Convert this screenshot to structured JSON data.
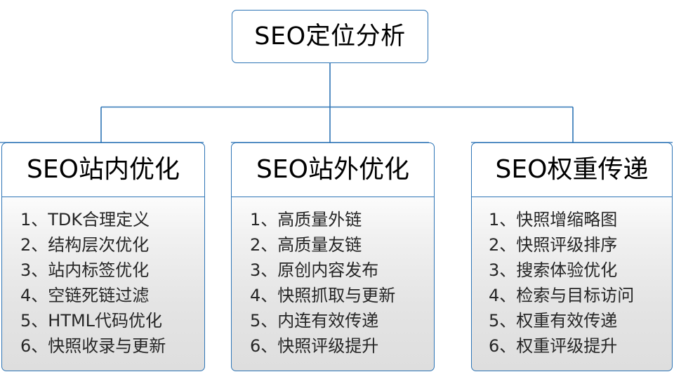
{
  "diagram": {
    "type": "org-chart",
    "root": {
      "title": "SEO定位分析"
    },
    "branches": [
      {
        "title": "SEO站内优化",
        "items": [
          "1、TDK合理定义",
          "2、结构层次优化",
          "3、站内标签优化",
          "4、空链死链过滤",
          "5、HTML代码优化",
          "6、快照收录与更新"
        ]
      },
      {
        "title": "SEO站外优化",
        "items": [
          "1、高质量外链",
          "2、高质量友链",
          "3、原创内容发布",
          "4、快照抓取与更新",
          "5、内连有效传递",
          "6、快照评级提升"
        ]
      },
      {
        "title": "SEO权重传递",
        "items": [
          "1、快照增缩略图",
          "2、快照评级排序",
          "3、搜索体验优化",
          "4、检索与目标访问",
          "5、权重有效传递",
          "6、权重评级提升"
        ]
      }
    ],
    "colors": {
      "border": "#2e75b6",
      "connector": "#2e75b6",
      "root_fill": "#ffffff",
      "header_fill": "#ffffff",
      "body_fill_top": "#fcfcfc",
      "body_fill_bottom": "#dedede",
      "text": "#000000",
      "list_text": "#262626",
      "page_background": "#ffffff"
    }
  }
}
